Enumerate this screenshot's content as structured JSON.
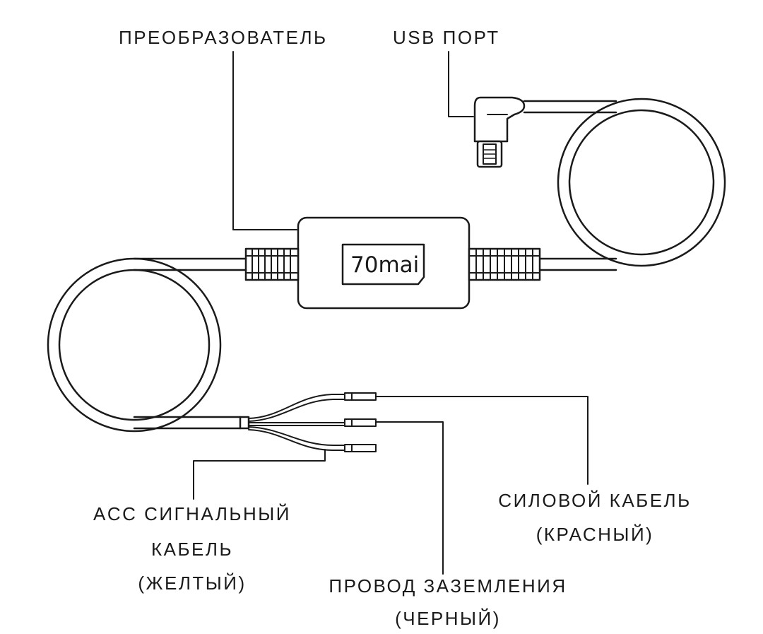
{
  "labels": {
    "converter": "ПРЕОБРАЗОВАТЕЛЬ",
    "usb_port": "USB ПОРТ",
    "acc_line1": "ACC СИГНАЛЬНЫЙ",
    "acc_line2": "КАБЕЛЬ",
    "acc_line3": "(ЖЕЛТЫЙ)",
    "ground_line1": "ПРОВОД ЗАЗЕМЛЕНИЯ",
    "ground_line2": "(ЧЕРНЫЙ)",
    "power_line1": "СИЛОВОЙ КАБЕЛЬ",
    "power_line2": "(КРАСНЫЙ)"
  },
  "brand": "70mai",
  "colors": {
    "line": "#1a1a1a",
    "background": "#ffffff"
  }
}
